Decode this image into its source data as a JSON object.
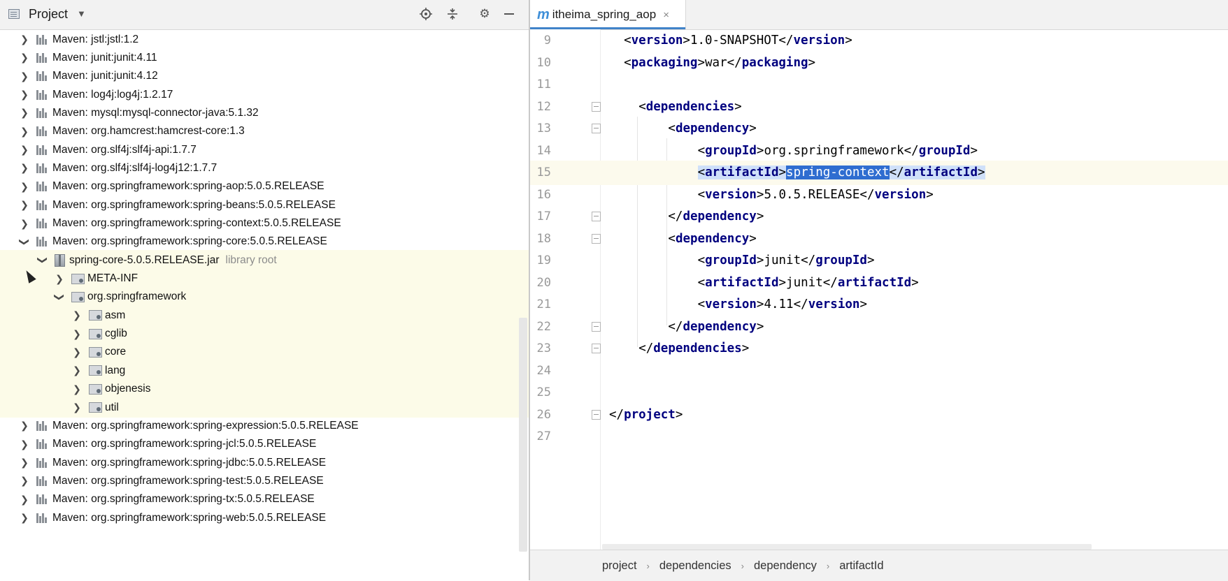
{
  "project_panel": {
    "title": "Project",
    "dropdown_icon": "triangle-down-icon",
    "tools": [
      "locate-icon",
      "collapse-all-icon",
      "gear-icon",
      "hide-icon"
    ],
    "tree": [
      {
        "label": "Maven: jstl:jstl:1.2",
        "kind": "library",
        "expanded": false
      },
      {
        "label": "Maven: junit:junit:4.11",
        "kind": "library",
        "expanded": false
      },
      {
        "label": "Maven: junit:junit:4.12",
        "kind": "library",
        "expanded": false
      },
      {
        "label": "Maven: log4j:log4j:1.2.17",
        "kind": "library",
        "expanded": false
      },
      {
        "label": "Maven: mysql:mysql-connector-java:5.1.32",
        "kind": "library",
        "expanded": false
      },
      {
        "label": "Maven: org.hamcrest:hamcrest-core:1.3",
        "kind": "library",
        "expanded": false
      },
      {
        "label": "Maven: org.slf4j:slf4j-api:1.7.7",
        "kind": "library",
        "expanded": false
      },
      {
        "label": "Maven: org.slf4j:slf4j-log4j12:1.7.7",
        "kind": "library",
        "expanded": false
      },
      {
        "label": "Maven: org.springframework:spring-aop:5.0.5.RELEASE",
        "kind": "library",
        "expanded": false
      },
      {
        "label": "Maven: org.springframework:spring-beans:5.0.5.RELEASE",
        "kind": "library",
        "expanded": false
      },
      {
        "label": "Maven: org.springframework:spring-context:5.0.5.RELEASE",
        "kind": "library",
        "expanded": false
      },
      {
        "label": "Maven: org.springframework:spring-core:5.0.5.RELEASE",
        "kind": "library",
        "expanded": true
      },
      {
        "label": "spring-core-5.0.5.RELEASE.jar",
        "suffix": "library root",
        "kind": "jar",
        "expanded": true
      },
      {
        "label": "META-INF",
        "kind": "package",
        "expanded": false
      },
      {
        "label": "org.springframework",
        "kind": "package",
        "expanded": true
      },
      {
        "label": "asm",
        "kind": "package",
        "expanded": false
      },
      {
        "label": "cglib",
        "kind": "package",
        "expanded": false
      },
      {
        "label": "core",
        "kind": "package",
        "expanded": false
      },
      {
        "label": "lang",
        "kind": "package",
        "expanded": false
      },
      {
        "label": "objenesis",
        "kind": "package",
        "expanded": false
      },
      {
        "label": "util",
        "kind": "package",
        "expanded": false
      },
      {
        "label": "Maven: org.springframework:spring-expression:5.0.5.RELEASE",
        "kind": "library",
        "expanded": false
      },
      {
        "label": "Maven: org.springframework:spring-jcl:5.0.5.RELEASE",
        "kind": "library",
        "expanded": false
      },
      {
        "label": "Maven: org.springframework:spring-jdbc:5.0.5.RELEASE",
        "kind": "library",
        "expanded": false
      },
      {
        "label": "Maven: org.springframework:spring-test:5.0.5.RELEASE",
        "kind": "library",
        "expanded": false
      },
      {
        "label": "Maven: org.springframework:spring-tx:5.0.5.RELEASE",
        "kind": "library",
        "expanded": false
      },
      {
        "label": "Maven: org.springframework:spring-web:5.0.5.RELEASE",
        "kind": "library",
        "expanded": false
      }
    ]
  },
  "editor": {
    "tab": {
      "icon": "m",
      "label": "itheima_spring_aop",
      "close": "×"
    },
    "current_line": "15",
    "lines": [
      {
        "n": "9",
        "tokens": [
          [
            "br",
            "<"
          ],
          [
            "tag",
            "version"
          ],
          [
            "br",
            ">"
          ],
          [
            "txt",
            "1.0-SNAPSHOT"
          ],
          [
            "br",
            "</"
          ],
          [
            "tag",
            "version"
          ],
          [
            "br",
            ">"
          ]
        ]
      },
      {
        "n": "10",
        "tokens": [
          [
            "br",
            "<"
          ],
          [
            "tag",
            "packaging"
          ],
          [
            "br",
            ">"
          ],
          [
            "txt",
            "war"
          ],
          [
            "br",
            "</"
          ],
          [
            "tag",
            "packaging"
          ],
          [
            "br",
            ">"
          ]
        ]
      },
      {
        "n": "11",
        "tokens": []
      },
      {
        "n": "12",
        "tokens": [
          [
            "br",
            "<"
          ],
          [
            "tag",
            "dependencies"
          ],
          [
            "br",
            ">"
          ]
        ]
      },
      {
        "n": "13",
        "tokens": [
          [
            "br",
            "<"
          ],
          [
            "tag",
            "dependency"
          ],
          [
            "br",
            ">"
          ]
        ]
      },
      {
        "n": "14",
        "tokens": [
          [
            "br",
            "<"
          ],
          [
            "tag",
            "groupId"
          ],
          [
            "br",
            ">"
          ],
          [
            "txt",
            "org.springframework"
          ],
          [
            "br",
            "</"
          ],
          [
            "tag",
            "groupId"
          ],
          [
            "br",
            ">"
          ]
        ]
      },
      {
        "n": "15",
        "tokens": [
          [
            "br",
            "<"
          ],
          [
            "tag",
            "artifactId"
          ],
          [
            "br",
            ">"
          ],
          [
            "sel",
            "spring-context"
          ],
          [
            "br",
            "</"
          ],
          [
            "tag",
            "artifactId"
          ],
          [
            "br",
            ">"
          ]
        ]
      },
      {
        "n": "16",
        "tokens": [
          [
            "br",
            "<"
          ],
          [
            "tag",
            "version"
          ],
          [
            "br",
            ">"
          ],
          [
            "txt",
            "5.0.5.RELEASE"
          ],
          [
            "br",
            "</"
          ],
          [
            "tag",
            "version"
          ],
          [
            "br",
            ">"
          ]
        ]
      },
      {
        "n": "17",
        "tokens": [
          [
            "br",
            "</"
          ],
          [
            "tag",
            "dependency"
          ],
          [
            "br",
            ">"
          ]
        ]
      },
      {
        "n": "18",
        "tokens": [
          [
            "br",
            "<"
          ],
          [
            "tag",
            "dependency"
          ],
          [
            "br",
            ">"
          ]
        ]
      },
      {
        "n": "19",
        "tokens": [
          [
            "br",
            "<"
          ],
          [
            "tag",
            "groupId"
          ],
          [
            "br",
            ">"
          ],
          [
            "txt",
            "junit"
          ],
          [
            "br",
            "</"
          ],
          [
            "tag",
            "groupId"
          ],
          [
            "br",
            ">"
          ]
        ]
      },
      {
        "n": "20",
        "tokens": [
          [
            "br",
            "<"
          ],
          [
            "tag",
            "artifactId"
          ],
          [
            "br",
            ">"
          ],
          [
            "txt",
            "junit"
          ],
          [
            "br",
            "</"
          ],
          [
            "tag",
            "artifactId"
          ],
          [
            "br",
            ">"
          ]
        ]
      },
      {
        "n": "21",
        "tokens": [
          [
            "br",
            "<"
          ],
          [
            "tag",
            "version"
          ],
          [
            "br",
            ">"
          ],
          [
            "txt",
            "4.11"
          ],
          [
            "br",
            "</"
          ],
          [
            "tag",
            "version"
          ],
          [
            "br",
            ">"
          ]
        ]
      },
      {
        "n": "22",
        "tokens": [
          [
            "br",
            "</"
          ],
          [
            "tag",
            "dependency"
          ],
          [
            "br",
            ">"
          ]
        ]
      },
      {
        "n": "23",
        "tokens": [
          [
            "br",
            "</"
          ],
          [
            "tag",
            "dependencies"
          ],
          [
            "br",
            ">"
          ]
        ]
      },
      {
        "n": "24",
        "tokens": []
      },
      {
        "n": "25",
        "tokens": []
      },
      {
        "n": "26",
        "tokens": [
          [
            "br",
            "</"
          ],
          [
            "tag",
            "project"
          ],
          [
            "br",
            ">"
          ]
        ]
      },
      {
        "n": "27",
        "tokens": []
      }
    ]
  },
  "breadcrumb": [
    "project",
    "dependencies",
    "dependency",
    "artifactId"
  ],
  "colors": {
    "tag": "#00007f",
    "selection": "#2f6dd0",
    "current_line": "#fcfaed",
    "tree_highlight": "#fcfbe8"
  }
}
